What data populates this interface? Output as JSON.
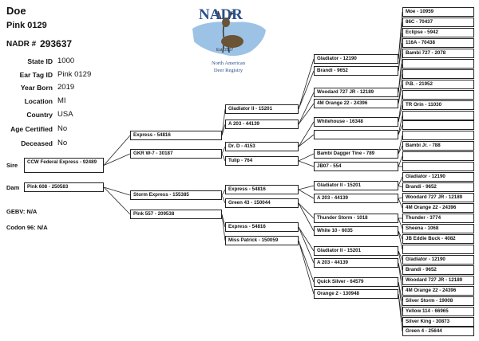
{
  "header": {
    "sex": "Doe",
    "name": "Pink 0129",
    "nadr_label": "NADR #",
    "nadr_number": "293637"
  },
  "logo": {
    "title": "NADR",
    "est": "Est. 2007",
    "line1": "North American",
    "line2": "Deer Registry"
  },
  "info": [
    {
      "label": "State ID",
      "value": "1000"
    },
    {
      "label": "Ear Tag ID",
      "value": "Pink 0129"
    },
    {
      "label": "Year Born",
      "value": "2019"
    },
    {
      "label": "Location",
      "value": "MI"
    },
    {
      "label": "Country",
      "value": "USA"
    },
    {
      "label": "Age Certified",
      "value": "No"
    },
    {
      "label": "Deceased",
      "value": "No"
    }
  ],
  "side_labels": {
    "sire": "Sire",
    "dam": "Dam",
    "gebv": "GEBV: N/A",
    "codon": "Codon 96: N/A"
  },
  "gen1": {
    "sire": "CCW Federal Express - 92489",
    "dam": "Pink 608 - 250583"
  },
  "gen2": [
    "Express - 54816",
    "GKR W-7 - 30187",
    "Storm Express - 155385",
    "Pink 557 - 209538"
  ],
  "gen3": [
    "Gladiator II - 15201",
    "A 203 - 44139",
    "Dr. D - 4153",
    "Tulip - 764",
    "Express - 54816",
    "Green  43 - 150044",
    "Express - 54816",
    "Miss Patrick - 150059"
  ],
  "gen4": [
    "Gladiator - 12190",
    "Brandi - 9652",
    "Woodard 727 JR - 12189",
    "4M Orange 22 - 24396",
    "Whitehouse - 16348",
    "",
    "Bambi Dagger Tine - 789",
    "JB07 - 554",
    "Gladiator II - 15201",
    "A 203 - 44139",
    "Thunder Storm - 1018",
    "White 10 - 6035",
    "Gladiator II - 15201",
    "A 203 - 44139",
    "Quick Silver - 64579",
    "Orange 2 - 130948"
  ],
  "gen5": [
    "Moe - 10959",
    "86C - 70437",
    "Eclipse - 5942",
    "116A - 70438",
    "Bambi 727 - 2078",
    "",
    "",
    "P.B. - 21952",
    "",
    "TR Orin - 11030",
    "",
    "",
    "",
    "Bambi Jr. - 788",
    "",
    "",
    "Gladiator - 12190",
    "Brandi - 9652",
    "Woodard 727 JR - 12189",
    "4M Orange 22 - 24396",
    "Thunder - 3774",
    "Sheena - 1068",
    "JB Eddie Buck - 4082",
    "",
    "Gladiator - 12190",
    "Brandi - 9652",
    "Woodard 727 JR - 12189",
    "4M Orange 22 - 24396",
    "Silver Storm - 19008",
    "Yellow 114 - 66965",
    "Silver King - 30873",
    "Green 4 - 25644"
  ],
  "colors": {
    "line": "#222222",
    "logo_text": "#2a4f8a",
    "map": "#9cc3e6"
  }
}
